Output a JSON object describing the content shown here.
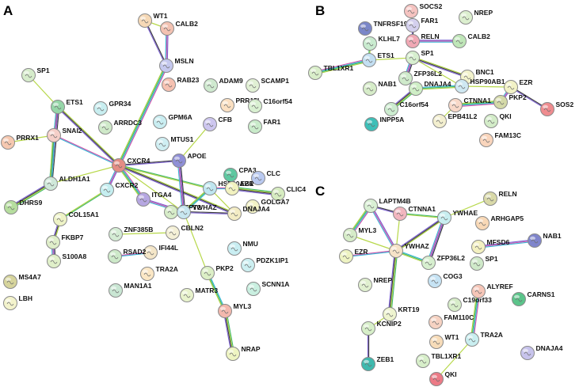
{
  "panels": [
    {
      "letter": "A",
      "nodes": [
        {
          "id": "WT1",
          "label": "WT1",
          "color": "#f6d9b6"
        },
        {
          "id": "CALB2",
          "label": "CALB2",
          "color": "#f3c2b2"
        },
        {
          "id": "MSLN",
          "label": "MSLN",
          "color": "#c5c8ee"
        },
        {
          "id": "SP1",
          "label": "SP1",
          "color": "#d6eccb"
        },
        {
          "id": "RAB23",
          "label": "RAB23",
          "color": "#f6c1b1"
        },
        {
          "id": "ADAM9",
          "label": "ADAM9",
          "color": "#cfe9cf"
        },
        {
          "id": "SCAMP1",
          "label": "SCAMP1",
          "color": "#e1f0d4"
        },
        {
          "id": "ETS1",
          "label": "ETS1",
          "color": "#95d6a8"
        },
        {
          "id": "GPR34",
          "label": "GPR34",
          "color": "#c8eef0"
        },
        {
          "id": "PRR15L",
          "label": "PRR15L",
          "color": "#fbe0c2"
        },
        {
          "id": "C16orf54",
          "label": "C16orf54",
          "color": "#d9f0d1"
        },
        {
          "id": "GPM6A",
          "label": "GPM6A",
          "color": "#c9edf1"
        },
        {
          "id": "ARRDC3",
          "label": "ARRDC3",
          "color": "#cfe9c9"
        },
        {
          "id": "FAR1",
          "label": "FAR1",
          "color": "#c9ebca"
        },
        {
          "id": "PRRX1",
          "label": "PRRX1",
          "color": "#f6c8b0"
        },
        {
          "id": "SNAI2",
          "label": "SNAI2",
          "color": "#f5cfc8"
        },
        {
          "id": "MTUS1",
          "label": "MTUS1",
          "color": "#cfeef2"
        },
        {
          "id": "CFB",
          "label": "CFB",
          "color": "#cdc6ef"
        },
        {
          "id": "CXCR4",
          "label": "CXCR4",
          "color": "#e48c84"
        },
        {
          "id": "APOE",
          "label": "APOE",
          "color": "#8f8fd6"
        },
        {
          "id": "CPA3",
          "label": "CPA3",
          "color": "#5fc8a1"
        },
        {
          "id": "CLC",
          "label": "CLC",
          "color": "#b9c9f0"
        },
        {
          "id": "ALDH1A1",
          "label": "ALDH1A1",
          "color": "#cfe8d9"
        },
        {
          "id": "CLIC4",
          "label": "CLIC4",
          "color": "#d6ecc0"
        },
        {
          "id": "HSP90AB1",
          "label": "HSP90AB1",
          "color": "#bfe6f0"
        },
        {
          "id": "EZR",
          "label": "EZR",
          "color": "#f2f2c0"
        },
        {
          "id": "DHRS9",
          "label": "DHRS9",
          "color": "#b6de9e"
        },
        {
          "id": "CXCR2",
          "label": "CXCR2",
          "color": "#c5eef0"
        },
        {
          "id": "ITGA4",
          "label": "ITGA4",
          "color": "#b6a7e1"
        },
        {
          "id": "GOLGA7",
          "label": "GOLGA7",
          "color": "#f2f2c6"
        },
        {
          "id": "GFPT2",
          "label": "GFPT2",
          "color": "#d6ecc8"
        },
        {
          "id": "YWHAZ",
          "label": "YWHAZ",
          "color": "#c7e6f0"
        },
        {
          "id": "DNAJA4",
          "label": "DNAJA4",
          "color": "#f3ecc4"
        },
        {
          "id": "COL15A1",
          "label": "COL15A1",
          "color": "#eef3c6"
        },
        {
          "id": "ZNF385B",
          "label": "ZNF385B",
          "color": "#d4ecd4"
        },
        {
          "id": "CBLN2",
          "label": "CBLN2",
          "color": "#f4f0d6"
        },
        {
          "id": "FKBP7",
          "label": "FKBP7",
          "color": "#dfeec9"
        },
        {
          "id": "IFI44L",
          "label": "IFI44L",
          "color": "#f4e6c8"
        },
        {
          "id": "NMU",
          "label": "NMU",
          "color": "#c9eef2"
        },
        {
          "id": "S100A8",
          "label": "S100A8",
          "color": "#e0f0c9"
        },
        {
          "id": "RSAD2",
          "label": "RSAD2",
          "color": "#cde9c9"
        },
        {
          "id": "PKP2",
          "label": "PKP2",
          "color": "#dcefc6"
        },
        {
          "id": "PDZK1IP1",
          "label": "PDZK1IP1",
          "color": "#cceff1"
        },
        {
          "id": "TRA2A",
          "label": "TRA2A",
          "color": "#fbe7c5"
        },
        {
          "id": "MS4A7",
          "label": "MS4A7",
          "color": "#d6d49c"
        },
        {
          "id": "MAN1A1",
          "label": "MAN1A1",
          "color": "#c9e6d3"
        },
        {
          "id": "SCNN1A",
          "label": "SCNN1A",
          "color": "#c9efe0"
        },
        {
          "id": "MATR3",
          "label": "MATR3",
          "color": "#e8f3cc"
        },
        {
          "id": "MYL3",
          "label": "MYL3",
          "color": "#f3b8ad"
        },
        {
          "id": "LBH",
          "label": "LBH",
          "color": "#f3f3cc"
        },
        {
          "id": "NRAP",
          "label": "NRAP",
          "color": "#eef4c2"
        }
      ],
      "edges": [
        [
          "WT1",
          "CALB2"
        ],
        [
          "WT1",
          "MSLN"
        ],
        [
          "CALB2",
          "MSLN"
        ],
        [
          "MSLN",
          "CXCR4"
        ],
        [
          "SP1",
          "ETS1"
        ],
        [
          "ETS1",
          "SNAI2"
        ],
        [
          "ETS1",
          "CXCR4"
        ],
        [
          "ETS1",
          "ALDH1A1"
        ],
        [
          "PRRX1",
          "SNAI2"
        ],
        [
          "SNAI2",
          "CXCR4"
        ],
        [
          "SNAI2",
          "ALDH1A1"
        ],
        [
          "ALDH1A1",
          "DHRS9"
        ],
        [
          "ALDH1A1",
          "CXCR4"
        ],
        [
          "CXCR4",
          "APOE"
        ],
        [
          "CXCR4",
          "CXCR2"
        ],
        [
          "CXCR4",
          "ITGA4"
        ],
        [
          "CXCR4",
          "YWHAZ"
        ],
        [
          "CXCR4",
          "HSP90AB1"
        ],
        [
          "CXCR4",
          "DNAJA4"
        ],
        [
          "APOE",
          "YWHAZ"
        ],
        [
          "APOE",
          "CFB"
        ],
        [
          "HSP90AB1",
          "EZR"
        ],
        [
          "HSP90AB1",
          "YWHAZ"
        ],
        [
          "EZR",
          "CLIC4"
        ],
        [
          "HSP90AB1",
          "DNAJA4"
        ],
        [
          "YWHAZ",
          "DNAJA4"
        ],
        [
          "ITGA4",
          "YWHAZ"
        ],
        [
          "GFPT2",
          "YWHAZ"
        ],
        [
          "YWHAZ",
          "PKP2"
        ],
        [
          "CXCR2",
          "COL15A1"
        ],
        [
          "COL15A1",
          "FKBP7"
        ],
        [
          "FKBP7",
          "S100A8"
        ],
        [
          "ZNF385B",
          "CBLN2"
        ],
        [
          "RSAD2",
          "IFI44L"
        ],
        [
          "PKP2",
          "MYL3"
        ],
        [
          "MYL3",
          "NRAP"
        ]
      ]
    },
    {
      "letter": "B",
      "nodes": [
        {
          "id": "SOCS2",
          "label": "SOCS2",
          "color": "#f5c3c0"
        },
        {
          "id": "TNFRSF19",
          "label": "TNFRSF19",
          "color": "#7a86c8"
        },
        {
          "id": "FAR1",
          "label": "FAR1",
          "color": "#d4d0ee"
        },
        {
          "id": "NREP",
          "label": "NREP",
          "color": "#dcefcf"
        },
        {
          "id": "KLHL7",
          "label": "KLHL7",
          "color": "#c9ebcf"
        },
        {
          "id": "RELN",
          "label": "RELN",
          "color": "#f0a8b4"
        },
        {
          "id": "CALB2",
          "label": "CALB2",
          "color": "#bfe6b8"
        },
        {
          "id": "TBL1XR1",
          "label": "TBL1XR1",
          "color": "#d9eec9"
        },
        {
          "id": "ETS1",
          "label": "ETS1",
          "color": "#c3dff2"
        },
        {
          "id": "SP1",
          "label": "SP1",
          "color": "#d7efcf"
        },
        {
          "id": "BNC1",
          "label": "BNC1",
          "color": "#f3f3cc"
        },
        {
          "id": "ZFP36L2",
          "label": "ZFP36L2",
          "color": "#cfeacb"
        },
        {
          "id": "NAB1",
          "label": "NAB1",
          "color": "#d6ecc8"
        },
        {
          "id": "DNAJA4",
          "label": "DNAJA4",
          "color": "#cfeec6"
        },
        {
          "id": "HSP90AB1",
          "label": "HSP90AB1",
          "color": "#cfe8f2"
        },
        {
          "id": "EZR",
          "label": "EZR",
          "color": "#f2f2c6"
        },
        {
          "id": "SOS2",
          "label": "SOS2",
          "color": "#ef8c8f"
        },
        {
          "id": "C16orf54",
          "label": "C16orf54",
          "color": "#cceccf"
        },
        {
          "id": "CTNNA1",
          "label": "CTNNA1",
          "color": "#f8d8c8"
        },
        {
          "id": "PKP2",
          "label": "PKP2",
          "color": "#d4d9a8"
        },
        {
          "id": "INPP5A",
          "label": "INPP5A",
          "color": "#3dbfb8"
        },
        {
          "id": "EPB41L2",
          "label": "EPB41L2",
          "color": "#f3efcf"
        },
        {
          "id": "QKI",
          "label": "QKI",
          "color": "#d3ecc8"
        },
        {
          "id": "FAM13C",
          "label": "FAM13C",
          "color": "#f9d5bc"
        }
      ],
      "edges": [
        [
          "SOCS2",
          "FAR1"
        ],
        [
          "FAR1",
          "RELN"
        ],
        [
          "RELN",
          "CALB2"
        ],
        [
          "TBL1XR1",
          "ETS1"
        ],
        [
          "ETS1",
          "SP1"
        ],
        [
          "ETS1",
          "KLHL7"
        ],
        [
          "SP1",
          "BNC1"
        ],
        [
          "SP1",
          "ZFP36L2"
        ],
        [
          "SP1",
          "HSP90AB1"
        ],
        [
          "ZFP36L2",
          "DNAJA4"
        ],
        [
          "DNAJA4",
          "HSP90AB1"
        ],
        [
          "DNAJA4",
          "C16orf54"
        ],
        [
          "HSP90AB1",
          "EZR"
        ],
        [
          "EZR",
          "SOS2"
        ],
        [
          "EZR",
          "PKP2"
        ],
        [
          "PKP2",
          "CTNNA1"
        ],
        [
          "CTNNA1",
          "EPB41L2"
        ]
      ]
    },
    {
      "letter": "C",
      "nodes": [
        {
          "id": "RELN",
          "label": "RELN",
          "color": "#d9d9a8"
        },
        {
          "id": "LAPTM4B",
          "label": "LAPTM4B",
          "color": "#d9f0d4"
        },
        {
          "id": "CTNNA1",
          "label": "CTNNA1",
          "color": "#f2b6bf"
        },
        {
          "id": "YWHAE",
          "label": "YWHAE",
          "color": "#c8eef0"
        },
        {
          "id": "ARHGAP5",
          "label": "ARHGAP5",
          "color": "#f8d8b6"
        },
        {
          "id": "MYL3",
          "label": "MYL3",
          "color": "#d6ecc8"
        },
        {
          "id": "NAB1",
          "label": "NAB1",
          "color": "#7f85cc"
        },
        {
          "id": "MFSD6",
          "label": "MFSD6",
          "color": "#f3f0c0"
        },
        {
          "id": "EZR",
          "label": "EZR",
          "color": "#eef3c2"
        },
        {
          "id": "YWHAZ",
          "label": "YWHAZ",
          "color": "#f6e3c8"
        },
        {
          "id": "ZFP36L2",
          "label": "ZFP36L2",
          "color": "#d7efcf"
        },
        {
          "id": "SP1",
          "label": "SP1",
          "color": "#cfe9c9"
        },
        {
          "id": "COG3",
          "label": "COG3",
          "color": "#c6e3f4"
        },
        {
          "id": "NREP",
          "label": "NREP",
          "color": "#e0f0cf"
        },
        {
          "id": "ALYREF",
          "label": "ALYREF",
          "color": "#f6c6b8"
        },
        {
          "id": "CARNS1",
          "label": "CARNS1",
          "color": "#5bc48a"
        },
        {
          "id": "C19orf33",
          "label": "C19orf33",
          "color": "#d6ecc8"
        },
        {
          "id": "KRT19",
          "label": "KRT19",
          "color": "#eef4cf"
        },
        {
          "id": "FAM110C",
          "label": "FAM110C",
          "color": "#f6d2c2"
        },
        {
          "id": "KCNIP2",
          "label": "KCNIP2",
          "color": "#d7efc9"
        },
        {
          "id": "WT1",
          "label": "WT1",
          "color": "#f7dcb9"
        },
        {
          "id": "TRA2A",
          "label": "TRA2A",
          "color": "#c9eef0"
        },
        {
          "id": "TBL1XR1",
          "label": "TBL1XR1",
          "color": "#d7eec9"
        },
        {
          "id": "DNAJA4",
          "label": "DNAJA4",
          "color": "#c7c3ec"
        },
        {
          "id": "ZEB1",
          "label": "ZEB1",
          "color": "#3fb9ae"
        },
        {
          "id": "QKI",
          "label": "QKI",
          "color": "#ec7a86"
        }
      ],
      "edges": [
        [
          "YWHAE",
          "RELN"
        ],
        [
          "LAPTM4B",
          "CTNNA1"
        ],
        [
          "LAPTM4B",
          "YWHAZ"
        ],
        [
          "LAPTM4B",
          "MYL3"
        ],
        [
          "CTNNA1",
          "YWHAZ"
        ],
        [
          "CTNNA1",
          "YWHAE"
        ],
        [
          "YWHAE",
          "YWHAZ"
        ],
        [
          "YWHAE",
          "ZFP36L2"
        ],
        [
          "MYL3",
          "YWHAZ"
        ],
        [
          "EZR",
          "YWHAZ"
        ],
        [
          "YWHAZ",
          "ZFP36L2"
        ],
        [
          "YWHAZ",
          "KRT19"
        ],
        [
          "KRT19",
          "KCNIP2"
        ],
        [
          "KCNIP2",
          "ZEB1"
        ],
        [
          "MFSD6",
          "NAB1"
        ],
        [
          "ALYREF",
          "TRA2A"
        ],
        [
          "TRA2A",
          "QKI"
        ]
      ]
    }
  ]
}
